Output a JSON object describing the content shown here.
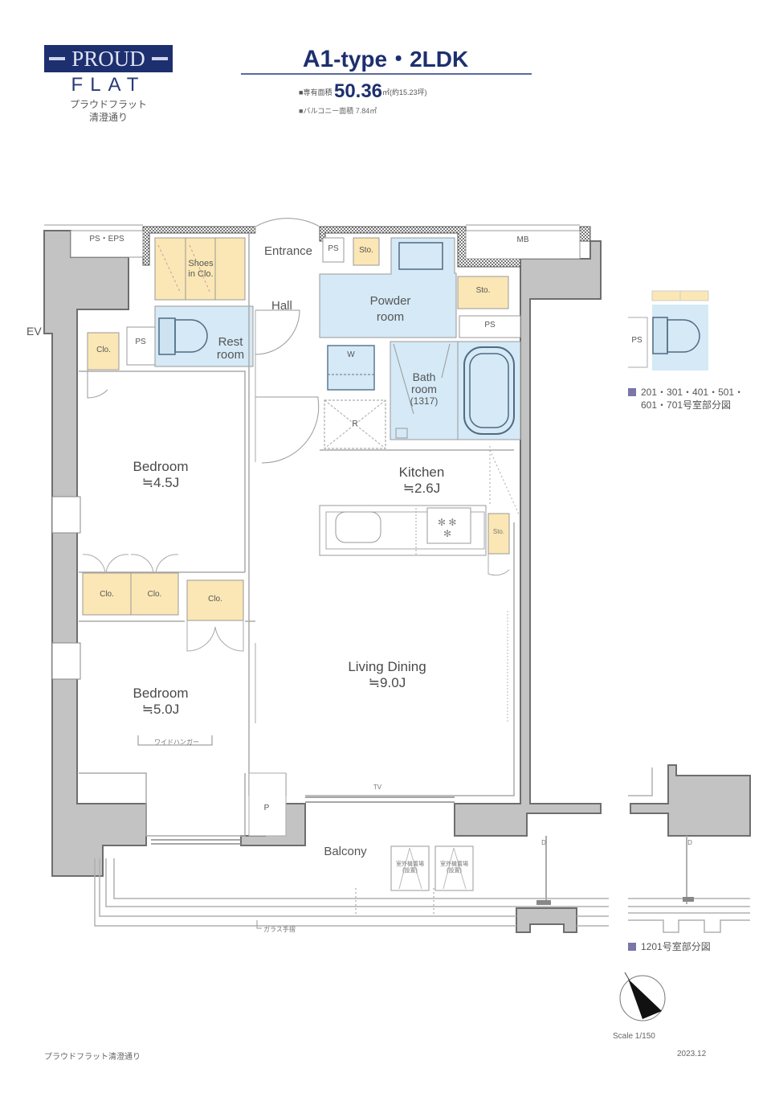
{
  "brand": {
    "logo_word": "PROUD",
    "logo_sub_word": "FLAT",
    "katakana_name": "プラウドフラット",
    "location_name": "清澄通り"
  },
  "header": {
    "type_code": "A1",
    "type_suffix": "-type・2LDK",
    "floor_area_label": "専有面積",
    "floor_area_value": "50.36",
    "floor_area_unit": "㎡(約15.23坪)",
    "balcony_area_label": "バルコニー面積",
    "balcony_area_value": "7.84㎡"
  },
  "rooms": {
    "entrance": "Entrance",
    "hall": "Hall",
    "shoes_in_clo": [
      "Shoes",
      "in Clo."
    ],
    "rest_room": [
      "Rest",
      "room"
    ],
    "powder_room": [
      "Powder",
      "room"
    ],
    "bath_room": [
      "Bath",
      "room",
      "(1317)"
    ],
    "kitchen": {
      "name": "Kitchen",
      "size": "≒2.6J"
    },
    "bedroom1": {
      "name": "Bedroom",
      "size": "≒4.5J"
    },
    "bedroom2": {
      "name": "Bedroom",
      "size": "≒5.0J"
    },
    "living_dining": {
      "name": "Living Dining",
      "size": "≒9.0J"
    },
    "balcony": "Balcony"
  },
  "small_labels": {
    "ps_eps": "PS・EPS",
    "mb": "MB",
    "ev": "EV",
    "ps": "PS",
    "sto": "Sto.",
    "clo": "Clo.",
    "w": "W",
    "r": "R",
    "p": "P",
    "tv": "TV",
    "curtain_rail": "ワイドハンガー",
    "ac_outdoor": [
      "室外機置場",
      "室外機置場"
    ],
    "ac_sub": "(設置)",
    "fence": "ガラス手摺",
    "d_mark": "D"
  },
  "insets": {
    "toilet_variant_caption": [
      "201・301・401・501・",
      "601・701号室部分図"
    ],
    "balcony_variant_caption": "1201号室部分図"
  },
  "footer": {
    "scale": "Scale 1/150",
    "date": "2023.12",
    "property_name": "プラウドフラット清澄通り"
  },
  "colors": {
    "brand_navy": "#1d2f6f",
    "wall_gray": "#c3c3c3",
    "wall_edge": "#6e6e6e",
    "storage_yellow": "#fbe7b5",
    "wet_blue": "#d5e9f6",
    "line": "#8a8a8a"
  }
}
